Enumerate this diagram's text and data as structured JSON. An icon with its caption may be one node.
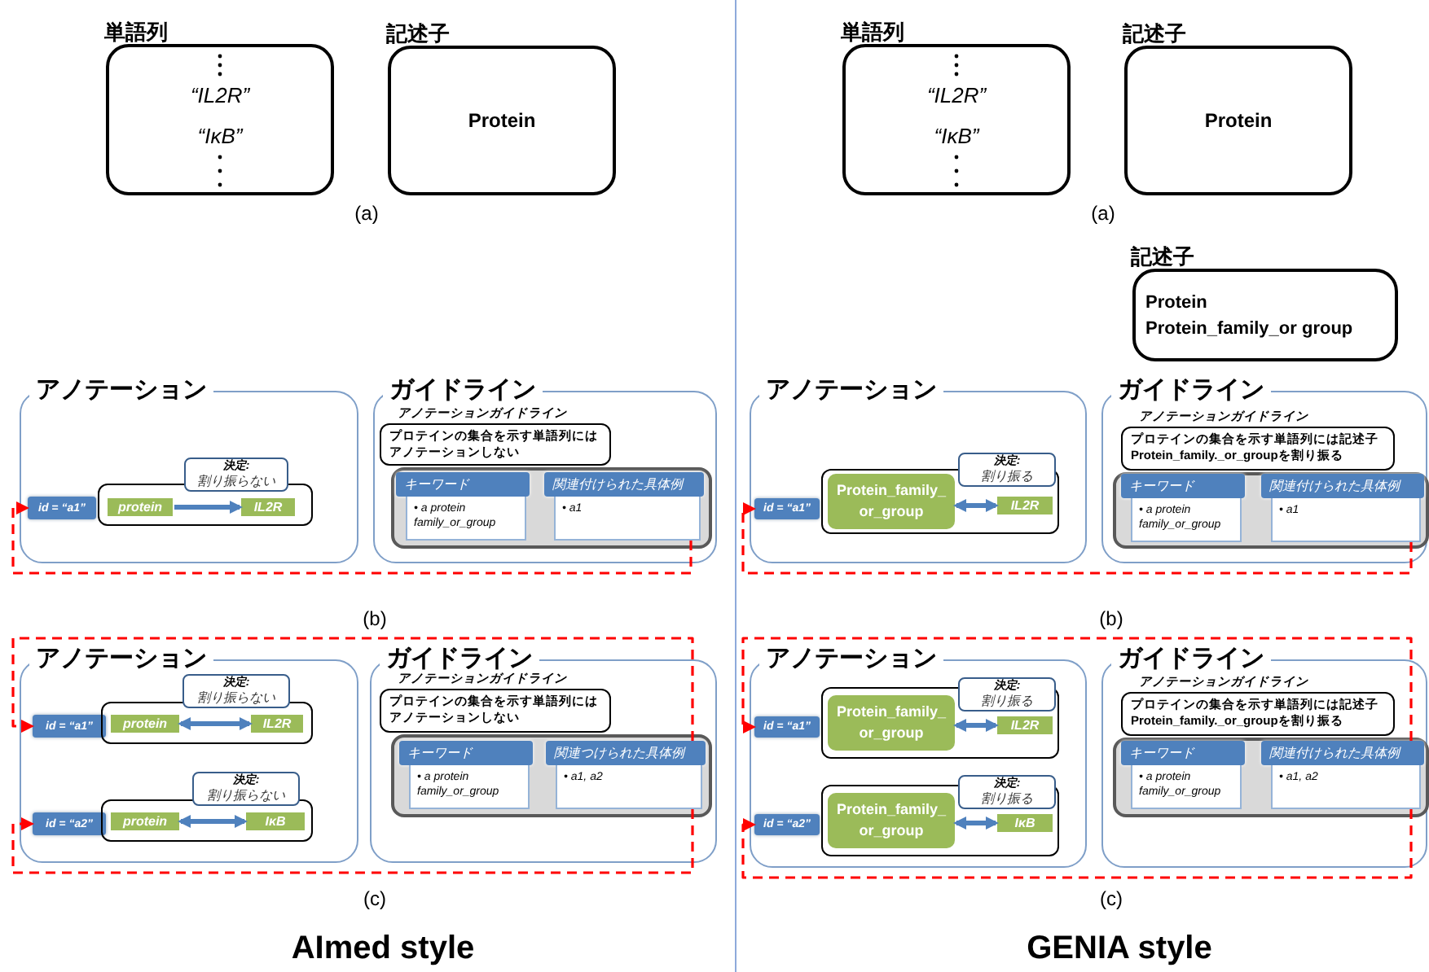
{
  "diagram": {
    "nodes": [
      {
        "text": [
          "単語列",
          "“IL2R”",
          "“IκB”"
        ]
      },
      {
        "text": [
          "記述子",
          "Protein"
        ]
      },
      {
        "text": [
          "アノテーション"
        ]
      },
      {
        "text": [
          "id = “a1”"
        ],
        "in": 2
      },
      {
        "text": [],
        "shape": "box",
        "in": 2
      },
      {
        "text": [
          "protein"
        ],
        "in": 4
      },
      {
        "text": [
          "IL2R"
        ],
        "in": 4
      },
      {
        "text": [
          "決定:",
          "割り振らない"
        ],
        "in": 2
      },
      {
        "text": [
          "ガイドライン"
        ]
      },
      {
        "text": [
          "アノテーションガイドライン",
          "プロテインの集合を示す単語列にはアノテーションしない"
        ],
        "in": 8
      },
      {
        "text": [],
        "shape": "box",
        "in": 8
      },
      {
        "text": [
          "キーワード",
          "• a protein family_or_group"
        ],
        "in": 10
      },
      {
        "text": [
          "関連付けられた具体例",
          "• a1"
        ],
        "in": 10
      },
      {
        "text": [
          "アノテーション"
        ]
      },
      {
        "text": [
          "id = “a1”"
        ],
        "in": 13
      },
      {
        "text": [],
        "shape": "box",
        "in": 13
      },
      {
        "text": [
          "protein"
        ],
        "in": 15
      },
      {
        "text": [
          "IL2R"
        ],
        "in": 15
      },
      {
        "text": [
          "決定:",
          "割り振らない"
        ],
        "in": 13
      },
      {
        "text": [
          "id = “a2”"
        ],
        "in": 13
      },
      {
        "text": [],
        "shape": "box",
        "in": 13
      },
      {
        "text": [
          "protein"
        ],
        "in": 20
      },
      {
        "text": [
          "IκB"
        ],
        "in": 20
      },
      {
        "text": [
          "決定:",
          "割り振らない"
        ],
        "in": 13
      },
      {
        "text": [
          "ガイドライン"
        ]
      },
      {
        "text": [
          "アノテーションガイドライン",
          "プロテインの集合を示す単語列にはアノテーションしない"
        ],
        "in": 24
      },
      {
        "text": [],
        "shape": "box",
        "in": 24
      },
      {
        "text": [
          "キーワード",
          "• a protein family_or_group"
        ],
        "in": 26
      },
      {
        "text": [
          "関連つけられた具体例",
          "• a1, a2"
        ],
        "in": 26
      },
      {
        "text": [
          "単語列",
          "“IL2R”",
          "“IκB”"
        ]
      },
      {
        "text": [
          "記述子",
          "Protein"
        ]
      },
      {
        "text": [
          "記述子",
          "Protein",
          "Protein_family_or group"
        ]
      },
      {
        "text": [
          "アノテーション"
        ]
      },
      {
        "text": [
          "id = “a1”"
        ],
        "in": 32
      },
      {
        "text": [],
        "shape": "box",
        "in": 32
      },
      {
        "text": [
          "Protein_family_ or_group"
        ],
        "in": 34
      },
      {
        "text": [
          "IL2R"
        ],
        "in": 34
      },
      {
        "text": [
          "決定:",
          "割り振る"
        ],
        "in": 32
      },
      {
        "text": [
          "ガイドライン"
        ]
      },
      {
        "text": [
          "アノテーションガイドライン",
          "プロテインの集合を示す単語列には記述子Protein_family._or_groupを割り振る"
        ],
        "in": 38
      },
      {
        "text": [],
        "shape": "box",
        "in": 38
      },
      {
        "text": [
          "キーワード",
          "• a protein family_or_group"
        ],
        "in": 40
      },
      {
        "text": [
          "関連付けられた具体例",
          "• a1"
        ],
        "in": 40
      },
      {
        "text": [
          "アノテーション"
        ]
      },
      {
        "text": [
          "id = “a1”"
        ],
        "in": 43
      },
      {
        "text": [],
        "shape": "box",
        "in": 43
      },
      {
        "text": [
          "Protein_family_ or_group"
        ],
        "in": 45
      },
      {
        "text": [
          "IL2R"
        ],
        "in": 45
      },
      {
        "text": [
          "決定:",
          "割り振る"
        ],
        "in": 43
      },
      {
        "text": [
          "id = “a2”"
        ],
        "in": 43
      },
      {
        "text": [],
        "shape": "box",
        "in": 43
      },
      {
        "text": [
          "Protein_family_ or_group"
        ],
        "in": 50
      },
      {
        "text": [
          "IκB"
        ],
        "in": 50
      },
      {
        "text": [
          "決定:",
          "割り振る"
        ],
        "in": 43
      },
      {
        "text": [
          "ガイドライン"
        ]
      },
      {
        "text": [
          "アノテーションガイドライン",
          "プロテインの集合を示す単語列には記述子Protein_family._or_groupを割り振る"
        ],
        "in": 54
      },
      {
        "text": [],
        "shape": "box",
        "in": 54
      },
      {
        "text": [
          "キーワード",
          "• a protein family_or_group"
        ],
        "in": 56
      },
      {
        "text": [
          "関連付けられた具体例",
          "• a1, a2"
        ],
        "in": 56
      }
    ],
    "edges": [
      {
        "from": 5,
        "to": 6,
        "arrow": "to"
      },
      {
        "from": 12,
        "to": 3,
        "arrow": "to",
        "style": "dashed",
        "color": "#ff0000"
      },
      {
        "from": 16,
        "to": 17,
        "arrow": "both"
      },
      {
        "from": 21,
        "to": 22,
        "arrow": "both"
      },
      {
        "from": 28,
        "to": 14,
        "arrow": "to",
        "style": "dashed",
        "color": "#ff0000"
      },
      {
        "from": 28,
        "to": 19,
        "arrow": "to",
        "style": "dashed",
        "color": "#ff0000"
      },
      {
        "from": 35,
        "to": 36,
        "arrow": "both"
      },
      {
        "from": 42,
        "to": 33,
        "arrow": "to",
        "style": "dashed",
        "color": "#ff0000"
      },
      {
        "from": 46,
        "to": 47,
        "arrow": "both"
      },
      {
        "from": 51,
        "to": 52,
        "arrow": "both"
      },
      {
        "from": 58,
        "to": 44,
        "arrow": "to",
        "style": "dashed",
        "color": "#ff0000"
      },
      {
        "from": 58,
        "to": 49,
        "arrow": "to",
        "style": "dashed",
        "color": "#ff0000"
      }
    ],
    "labels": [
      "(a)",
      "(a)",
      "(b)",
      "(b)",
      "(c)",
      "(c)",
      "AImed style",
      "GENIA style"
    ]
  }
}
